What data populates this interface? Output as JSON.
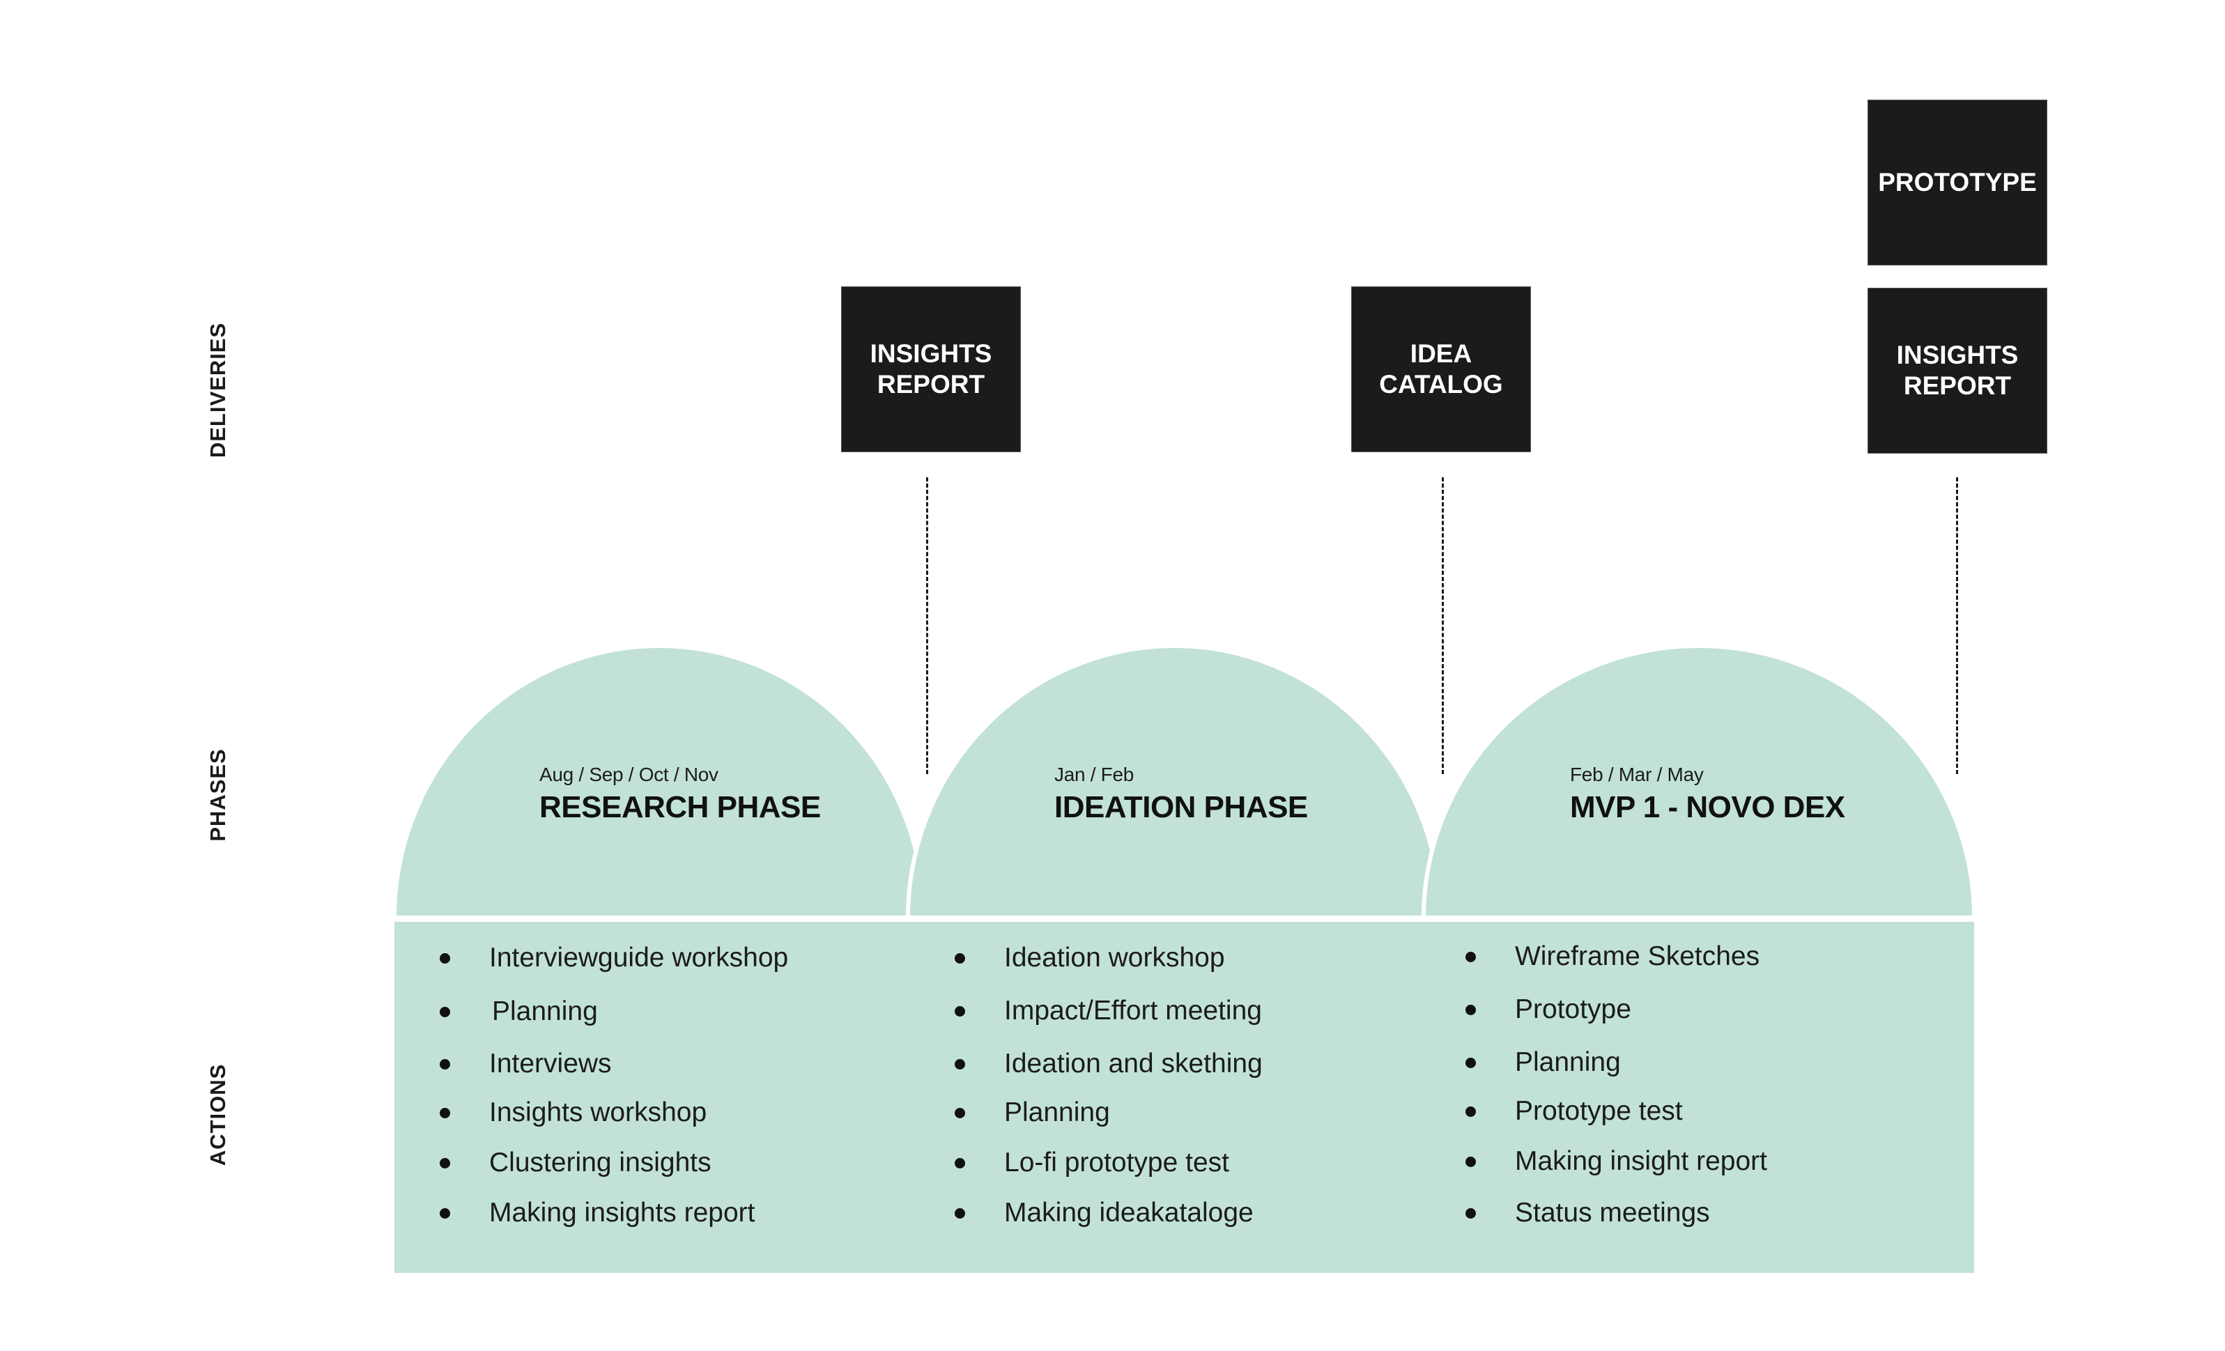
{
  "colors": {
    "phase_fill": "#c2e2d6",
    "delivery_box": "#1b1b1b",
    "text": "#151515"
  },
  "row_labels": {
    "deliveries": "DELIVERIES",
    "phases": "PHASES",
    "actions": "ACTIONS"
  },
  "deliveries": [
    {
      "label": "INSIGHTS\nREPORT",
      "phase": "RESEARCH PHASE"
    },
    {
      "label": "IDEA\nCATALOG",
      "phase": "IDEATION PHASE"
    },
    {
      "label": "PROTOTYPE",
      "phase": "MVP 1 - NOVO DEX"
    },
    {
      "label": "INSIGHTS\nREPORT",
      "phase": "MVP 1 - NOVO DEX"
    }
  ],
  "phases": [
    {
      "dates": "Aug / Sep / Oct / Nov",
      "title": "RESEARCH PHASE"
    },
    {
      "dates": "Jan / Feb",
      "title": "IDEATION PHASE"
    },
    {
      "dates": "Feb / Mar / May",
      "title": "MVP 1 - NOVO DEX"
    }
  ],
  "actions": [
    {
      "items": [
        "Interviewguide workshop",
        "Planning",
        "Interviews",
        "Insights workshop",
        "Clustering insights",
        "Making insights report"
      ]
    },
    {
      "items": [
        "Ideation workshop",
        "Impact/Effort meeting",
        "Ideation and skething",
        "Planning",
        "Lo-fi prototype test",
        "Making ideakataloge"
      ]
    },
    {
      "items": [
        "Wireframe Sketches",
        "Prototype",
        "Planning",
        "Prototype test",
        "Making insight report",
        "Status meetings"
      ]
    }
  ]
}
